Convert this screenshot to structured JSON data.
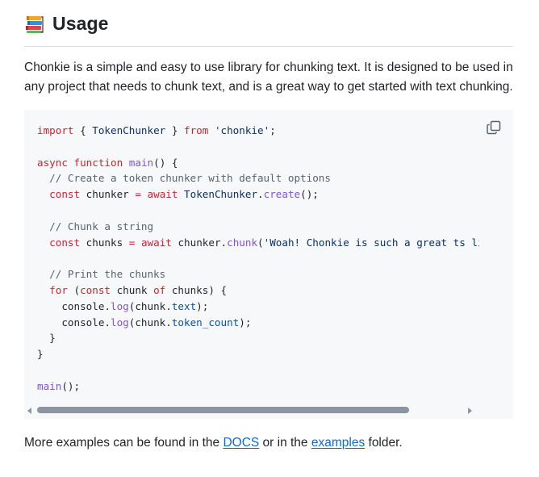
{
  "section": {
    "icon": "books-icon",
    "title": "Usage"
  },
  "intro": {
    "text": "Chonkie is a simple and easy to use library for chunking text. It is designed to be used in any project that needs to chunk text, and is a great way to get started with text chunking."
  },
  "code_block": {
    "copy_icon": "copy-icon",
    "lines": [
      [
        {
          "t": "kw",
          "v": "import"
        },
        {
          "t": "",
          "v": " { "
        },
        {
          "t": "str",
          "v": "TokenChunker"
        },
        {
          "t": "",
          "v": " } "
        },
        {
          "t": "kw",
          "v": "from"
        },
        {
          "t": "",
          "v": " "
        },
        {
          "t": "str",
          "v": "'chonkie'"
        },
        {
          "t": "",
          "v": ";"
        }
      ],
      [],
      [
        {
          "t": "kw",
          "v": "async"
        },
        {
          "t": "",
          "v": " "
        },
        {
          "t": "kw",
          "v": "function"
        },
        {
          "t": "",
          "v": " "
        },
        {
          "t": "fn",
          "v": "main"
        },
        {
          "t": "",
          "v": "() {"
        }
      ],
      [
        {
          "t": "cm",
          "v": "  // Create a token chunker with default options"
        }
      ],
      [
        {
          "t": "",
          "v": "  "
        },
        {
          "t": "kw",
          "v": "const"
        },
        {
          "t": "",
          "v": " chunker "
        },
        {
          "t": "kw",
          "v": "="
        },
        {
          "t": "",
          "v": " "
        },
        {
          "t": "kw",
          "v": "await"
        },
        {
          "t": "",
          "v": " "
        },
        {
          "t": "str",
          "v": "TokenChunker"
        },
        {
          "t": "",
          "v": "."
        },
        {
          "t": "fn",
          "v": "create"
        },
        {
          "t": "",
          "v": "();"
        }
      ],
      [],
      [
        {
          "t": "cm",
          "v": "  // Chunk a string"
        }
      ],
      [
        {
          "t": "",
          "v": "  "
        },
        {
          "t": "kw",
          "v": "const"
        },
        {
          "t": "",
          "v": " chunks "
        },
        {
          "t": "kw",
          "v": "="
        },
        {
          "t": "",
          "v": " "
        },
        {
          "t": "kw",
          "v": "await"
        },
        {
          "t": "",
          "v": " chunker."
        },
        {
          "t": "fn",
          "v": "chunk"
        },
        {
          "t": "",
          "v": "("
        },
        {
          "t": "str",
          "v": "'Woah! Chonkie is such a great ts li"
        }
      ],
      [],
      [
        {
          "t": "cm",
          "v": "  // Print the chunks"
        }
      ],
      [
        {
          "t": "",
          "v": "  "
        },
        {
          "t": "kw",
          "v": "for"
        },
        {
          "t": "",
          "v": " ("
        },
        {
          "t": "kw",
          "v": "const"
        },
        {
          "t": "",
          "v": " chunk "
        },
        {
          "t": "kw",
          "v": "of"
        },
        {
          "t": "",
          "v": " chunks) {"
        }
      ],
      [
        {
          "t": "",
          "v": "    console."
        },
        {
          "t": "fn",
          "v": "log"
        },
        {
          "t": "",
          "v": "(chunk."
        },
        {
          "t": "prop",
          "v": "text"
        },
        {
          "t": "",
          "v": ");"
        }
      ],
      [
        {
          "t": "",
          "v": "    console."
        },
        {
          "t": "fn",
          "v": "log"
        },
        {
          "t": "",
          "v": "(chunk."
        },
        {
          "t": "prop",
          "v": "token_count"
        },
        {
          "t": "",
          "v": ");"
        }
      ],
      [
        {
          "t": "",
          "v": "  }"
        }
      ],
      [
        {
          "t": "",
          "v": "}"
        }
      ],
      [],
      [
        {
          "t": "fn",
          "v": "main"
        },
        {
          "t": "",
          "v": "();"
        }
      ]
    ],
    "scroll_position": 0.0
  },
  "outro": {
    "prefix": "More examples can be found in the ",
    "docs_link": "DOCS",
    "middle": " or in the ",
    "examples_link": "examples",
    "suffix": " folder."
  },
  "colors": {
    "keyword": "#cf222e",
    "function": "#8250df",
    "string": "#0a3069",
    "comment": "#59636e",
    "property": "#0550ae",
    "link": "#0969da",
    "code_bg": "#f6f8fa"
  }
}
